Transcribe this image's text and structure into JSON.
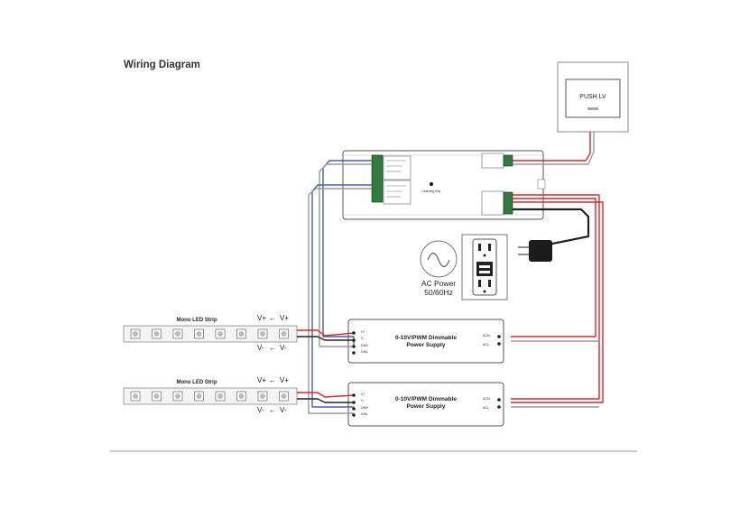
{
  "title": "Wiring Diagram",
  "push_panel": {
    "label": "PUSH LV"
  },
  "controller": {
    "center_label": "Learning Key"
  },
  "ac_power": {
    "line1": "AC Power",
    "line2": "50/60Hz"
  },
  "strips": [
    {
      "label": "Mono LED Strip",
      "vplus": "V+",
      "vminus": "V-"
    },
    {
      "label": "Mono LED Strip",
      "vplus": "V+",
      "vminus": "V-"
    }
  ],
  "power_supplies": [
    {
      "line1": "0-10V/PWM Dimmable",
      "line2": "Power Supply",
      "terminals_left": [
        "V+",
        "V-",
        "DIM+",
        "DIM-"
      ],
      "terminals_right": [
        "ACN",
        "ACL"
      ]
    },
    {
      "line1": "0-10V/PWM Dimmable",
      "line2": "Power Supply",
      "terminals_left": [
        "V+",
        "V-",
        "DIM+",
        "DIM-"
      ],
      "terminals_right": [
        "ACN",
        "ACL"
      ]
    }
  ],
  "colors": {
    "red": "#d9262c",
    "black": "#222222",
    "blue": "#4a5fb0",
    "grey": "#9a9a9a"
  }
}
